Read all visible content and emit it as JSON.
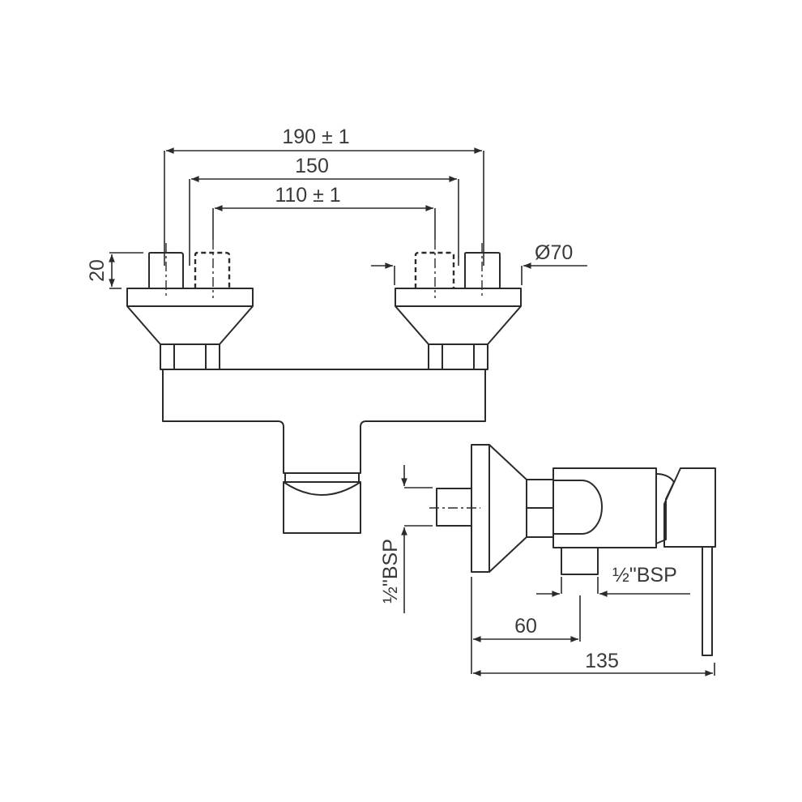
{
  "drawing": {
    "title": "Exposed shower mixer technical drawing",
    "line_color": "#2b2b2b",
    "text_color": "#3a3a3a",
    "background": "#ffffff"
  },
  "front_view": {
    "dimensions": {
      "overall_width": "190 ± 1",
      "inner_width": "150",
      "center_distance": "110 ± 1",
      "connector_height": "20",
      "escutcheon_diameter": "Ø70"
    }
  },
  "side_view": {
    "dimensions": {
      "inlet_thread": "½\"BSP",
      "outlet_thread": "½\"BSP",
      "outlet_distance": "60",
      "overall_depth": "135"
    }
  }
}
